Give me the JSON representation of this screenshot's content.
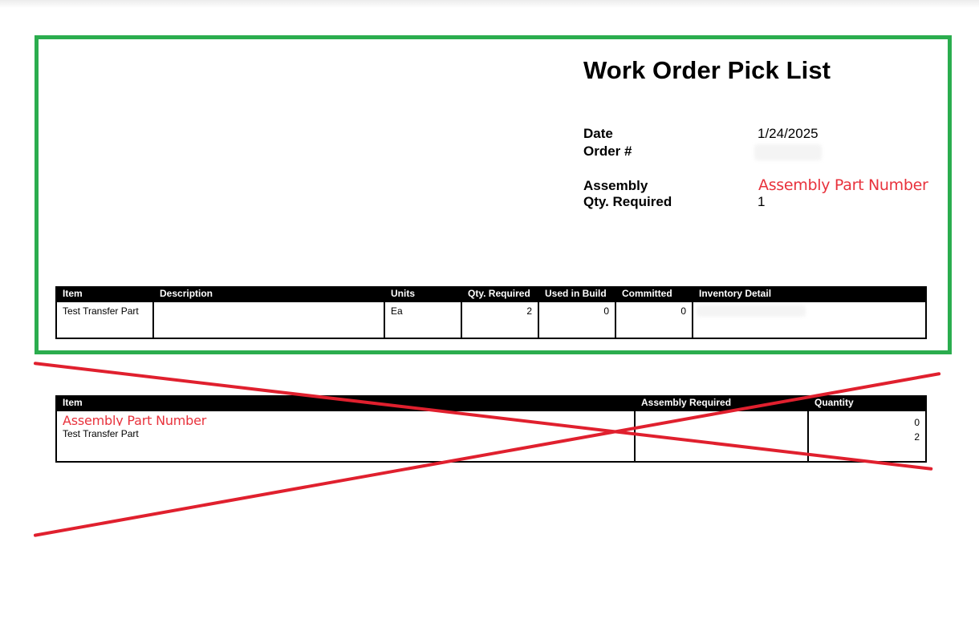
{
  "document": {
    "title": "Work Order Pick List",
    "meta": {
      "date_label": "Date",
      "date_value": "1/24/2025",
      "order_label": "Order #",
      "order_value": "",
      "assembly_label": "Assembly",
      "assembly_value": "Assembly Part Number",
      "qty_label": "Qty. Required",
      "qty_value": "1"
    },
    "components_table": {
      "headers": [
        "Item",
        "Description",
        "Units",
        "Qty. Required",
        "Used in Build",
        "Committed",
        "Inventory Detail"
      ],
      "rows": [
        {
          "item": "Test Transfer Part",
          "description": "",
          "units": "Ea",
          "qty_required": "2",
          "used_in_build": "0",
          "committed": "0",
          "inventory_detail": ""
        }
      ]
    },
    "assembly_table": {
      "headers": [
        "Item",
        "Assembly Required",
        "Quantity"
      ],
      "rows": [
        {
          "item_annotation": "Assembly Part Number",
          "item": "Test Transfer Part",
          "assembly_required": "",
          "quantities": [
            "0",
            "2"
          ]
        }
      ]
    }
  },
  "annotations": {
    "keep_frame_color": "#2bad4e",
    "cross_out_color": "#e0202e"
  }
}
